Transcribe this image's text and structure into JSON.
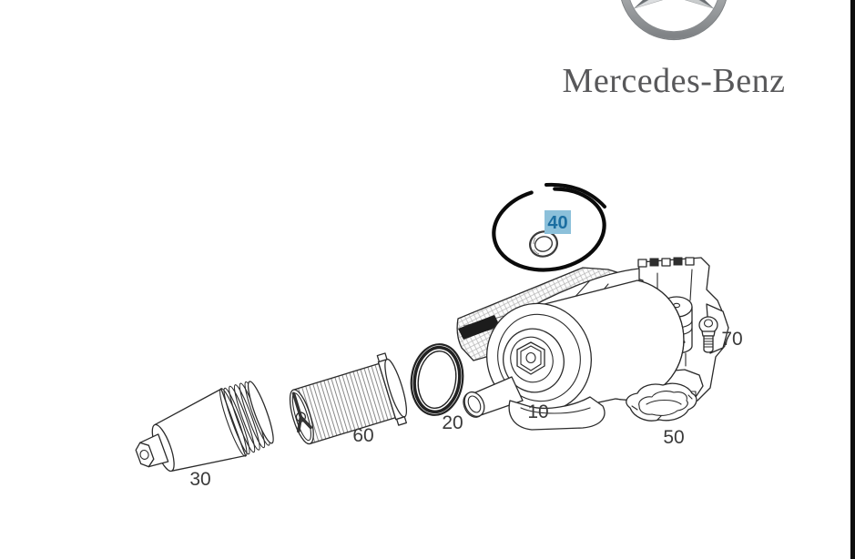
{
  "brand": {
    "name": "Mercedes-Benz",
    "logo_icon": "mercedes-star-icon"
  },
  "diagram": {
    "type": "exploded-parts-diagram",
    "highlighted_part": "40",
    "parts": [
      {
        "label": "10"
      },
      {
        "label": "20"
      },
      {
        "label": "30"
      },
      {
        "label": "40"
      },
      {
        "label": "50"
      },
      {
        "label": "60"
      },
      {
        "label": "70"
      }
    ]
  },
  "colors": {
    "highlight_fill": "#8cc0da",
    "highlight_text": "#1b6ea1",
    "brand_text": "#58585a",
    "edge_bar": "#0e0e0e"
  }
}
